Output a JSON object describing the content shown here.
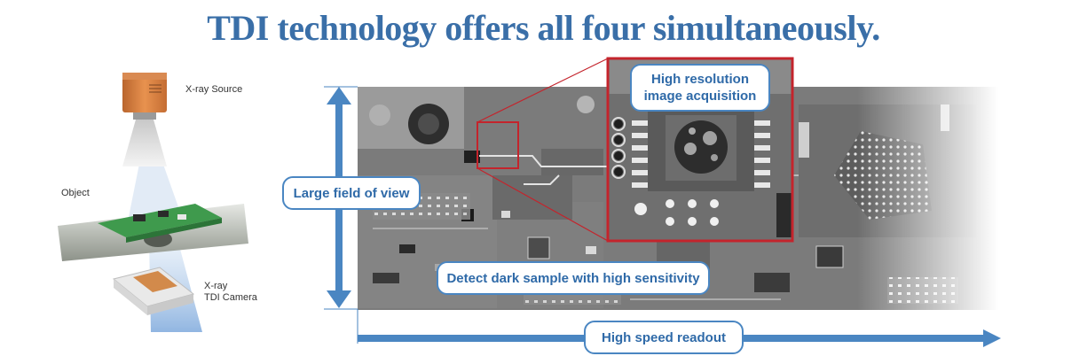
{
  "headline": "TDI technology offers all four simultaneously.",
  "left_panel": {
    "xray_source": "X-ray Source",
    "object": "Object",
    "camera_line1": "X-ray",
    "camera_line2": "TDI Camera"
  },
  "callouts": {
    "high_resolution_line1": "High resolution",
    "high_resolution_line2": "image acquisition",
    "large_fov": "Large field of view",
    "dark_sample": "Detect dark sample with high sensitivity",
    "high_speed": "High speed readout"
  },
  "colors": {
    "accent_blue": "#4a86c2",
    "title_blue": "#3a6fa8",
    "zoom_red": "#c4242c"
  }
}
